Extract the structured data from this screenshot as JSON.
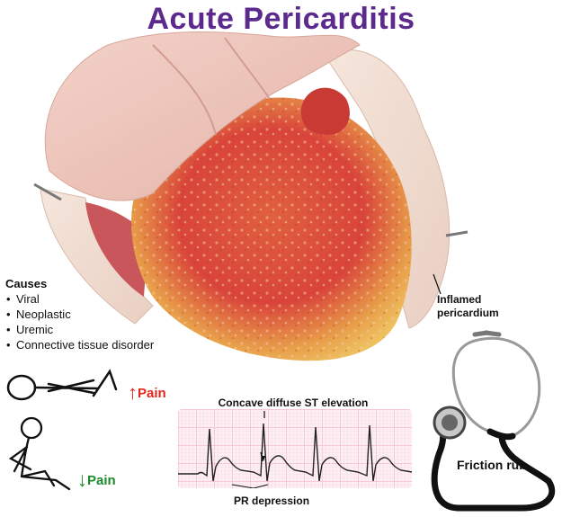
{
  "title": "Acute Pericarditis",
  "causes": {
    "heading": "Causes",
    "items": [
      "Viral",
      "Neoplastic",
      "Uremic",
      "Connective tissue disorder"
    ]
  },
  "labels": {
    "inflamed_pericardium_line1": "Inflamed",
    "inflamed_pericardium_line2": "pericardium",
    "ecg_title": "Concave diffuse ST elevation",
    "pr_depression": "PR depression",
    "friction_rub": "Friction rub"
  },
  "pain": {
    "lying_label": "Pain",
    "sitting_label": "Pain",
    "up_arrow": "↑",
    "down_arrow": "↓",
    "up_color": "#e1261c",
    "down_color": "#1c8a2a"
  },
  "colors": {
    "title": "#5b2a8c",
    "ecg_grid": "#f1b8c8",
    "ecg_bg": "#fdeef3"
  },
  "icons": [
    "heart-illustration",
    "lying-figure-icon",
    "sitting-leaning-forward-icon",
    "ecg-strip",
    "stethoscope-icon"
  ]
}
